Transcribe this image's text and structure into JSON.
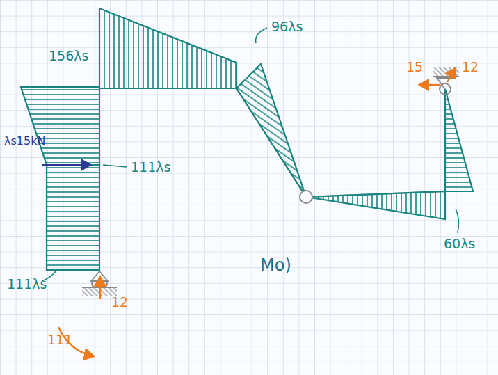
{
  "diagram": {
    "labels": [
      "156λs",
      "96λs",
      "15",
      "12",
      "λs15kN",
      "111λs",
      "60λs",
      "111λs",
      "12",
      "Mo)",
      "111"
    ]
  }
}
